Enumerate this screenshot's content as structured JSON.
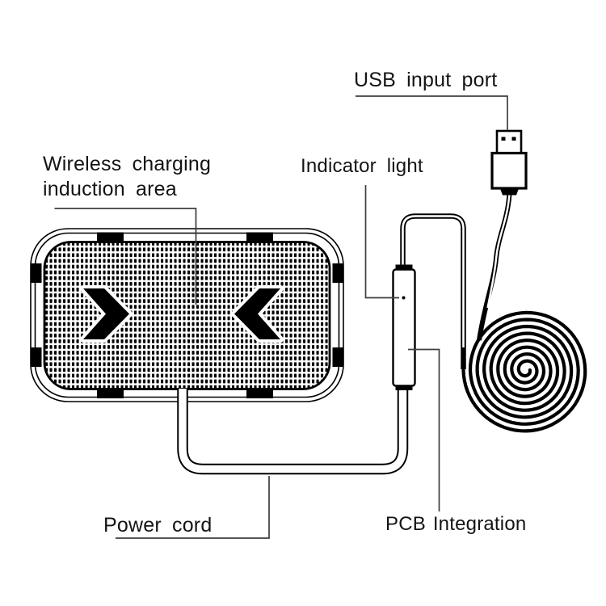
{
  "diagram": {
    "labels": {
      "wireless_line1": "Wireless charging",
      "wireless_line2": "induction area",
      "indicator": "Indicator light",
      "usb": "USB input port",
      "power_cord": "Power cord",
      "pcb": "PCB Integration"
    },
    "colors": {
      "ink": "#000000",
      "leader_line": "#3e3e3e",
      "label_text": "#141414",
      "background": "#ffffff"
    }
  }
}
